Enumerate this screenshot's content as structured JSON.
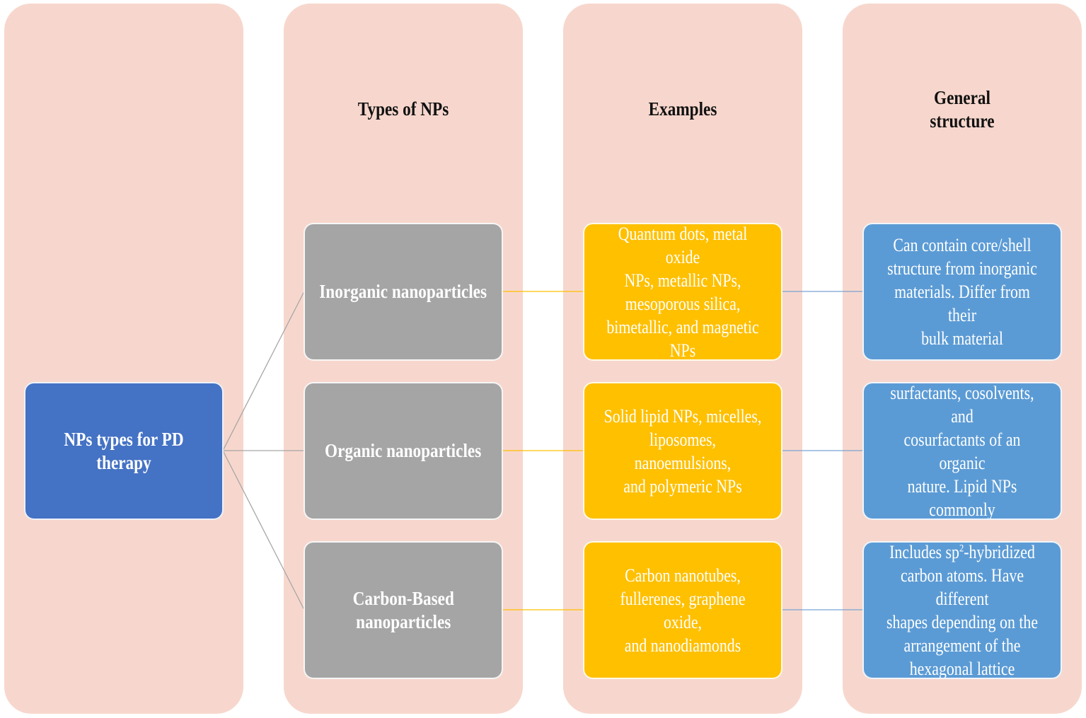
{
  "headers": {
    "types": "Types of NPs",
    "examples": "Examples",
    "structure": "General\nstructure"
  },
  "root": {
    "label": "NPs types for PD therapy"
  },
  "rows": [
    {
      "type": "Inorganic nanoparticles",
      "example": "Quantum dots, metal oxide\nNPs, metallic NPs,\nmesoporous silica,\nbimetallic, and magnetic NPs",
      "structure": "Can contain core/shell\nstructure from inorganic\nmaterials. Differ from their\nbulk material"
    },
    {
      "type": "Organic nanoparticles",
      "example": "Solid lipid NPs, micelles,\nliposomes, nanoemulsions,\nand polymeric NPs",
      "structure": "Generally comprise\nsurfactants, cosolvents, and\ncosurfactants of an organic\nnature. Lipid NPs commonly\ncontain phospholipids"
    },
    {
      "type": "Carbon-Based\nnanoparticles",
      "example": "Carbon nanotubes,\nfullerenes, graphene oxide,\nand nanodiamonds",
      "structure_prefix": "Includes sp",
      "structure_sup": "2",
      "structure_suffix": "-hybridized\ncarbon atoms. Have different\nshapes depending on the\narrangement of the\nhexagonal lattice"
    }
  ],
  "colors": {
    "column_background": "#f7d7cd",
    "root_box": "#4472c4",
    "type_box": "#a5a5a5",
    "example_box": "#ffc000",
    "structure_box": "#5b9bd5",
    "connector_gray": "#a6a6a6",
    "connector_gold": "#ffc000",
    "connector_blue": "#7aa2d4"
  }
}
